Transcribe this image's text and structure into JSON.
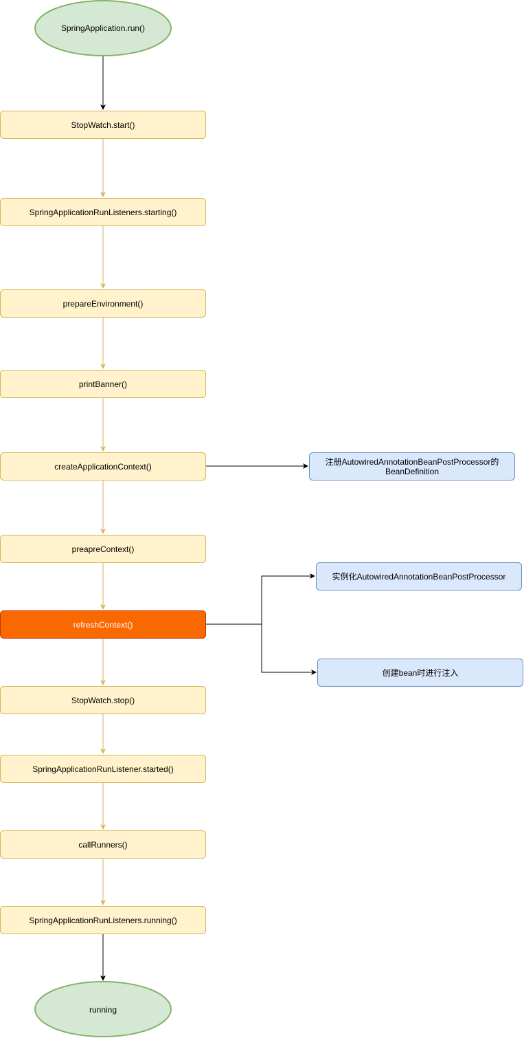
{
  "start_node": {
    "label": "SpringApplication.run()"
  },
  "end_node": {
    "label": "running"
  },
  "steps": [
    {
      "label": "StopWatch.start()"
    },
    {
      "label": "SpringApplicationRunListeners.starting()"
    },
    {
      "label": "prepareEnvironment()"
    },
    {
      "label": "printBanner()"
    },
    {
      "label": "createApplicationContext()"
    },
    {
      "label": "preapreContext()"
    },
    {
      "label": "refreshContext()",
      "highlighted": true
    },
    {
      "label": "StopWatch.stop()"
    },
    {
      "label": "SpringApplicationRunListener.started()"
    },
    {
      "label": "callRunners()"
    },
    {
      "label": "SpringApplicationRunListeners.running()"
    }
  ],
  "notes": [
    {
      "line1": "注册AutowiredAnnotationBeanPostProcessor的",
      "line2": "BeanDefinition"
    },
    {
      "line1": "实例化AutowiredAnnotationBeanPostProcessor"
    },
    {
      "line1": "创建bean时进行注入"
    }
  ],
  "colors": {
    "terminal_fill": "#d5e8d4",
    "terminal_stroke": "#82b366",
    "step_fill": "#fff2cc",
    "step_stroke": "#d6b656",
    "highlight_fill": "#fa6800",
    "highlight_stroke": "#c73500",
    "note_fill": "#dae8fc",
    "note_stroke": "#6c8ebf",
    "connector_black": "#000000",
    "connector_tan": "#d6b656"
  }
}
